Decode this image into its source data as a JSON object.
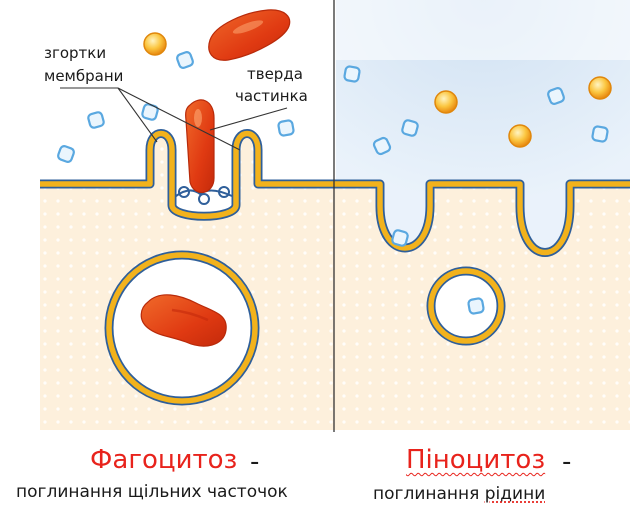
{
  "labels": {
    "membrane_folds_line1": "згортки",
    "membrane_folds_line2": "мембрани",
    "solid_particle_line1": "тверда",
    "solid_particle_line2": "частинка"
  },
  "phagocytosis": {
    "title": "Фагоцитоз",
    "dash": "-",
    "subtitle": "поглинання щільних часточок"
  },
  "pinocytosis": {
    "title": "Піноцитоз",
    "dash": "-",
    "subtitle_prefix": "поглинання ",
    "subtitle_word": "рідини"
  },
  "colors": {
    "cytoplasm": "#fdf0dc",
    "membrane_gold": "#f2b21c",
    "membrane_outline": "#2f5f9a",
    "particle_red": "#e8401c",
    "fluid_blue": "#cfe2f3",
    "title_red": "#e8231c",
    "solute_blue": "#6fb4e8",
    "solute_orange": "#f5a623"
  }
}
